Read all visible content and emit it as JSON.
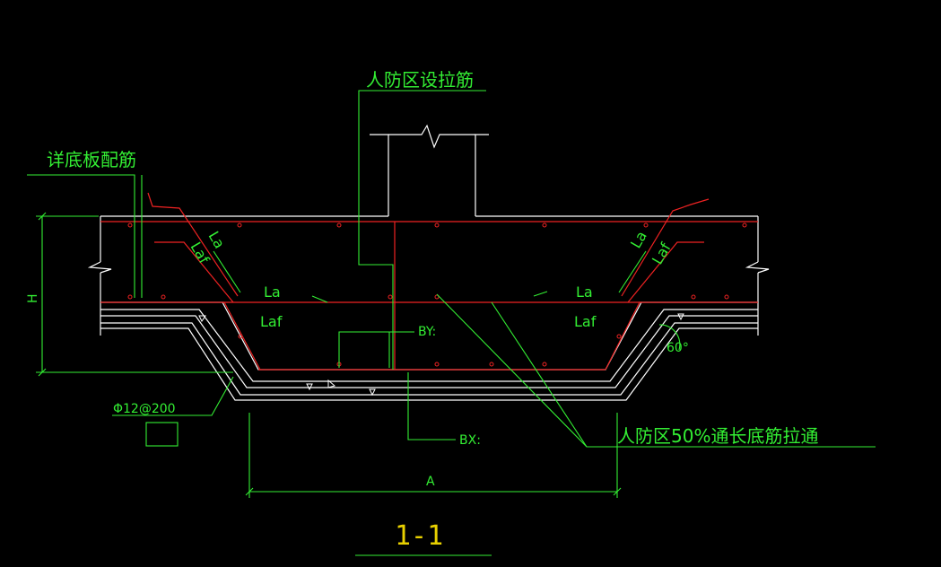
{
  "section": {
    "title": "1-1"
  },
  "labels": {
    "civil_defense_tie_bars": "人防区设拉筋",
    "see_slab_reinforcement": "详底板配筋",
    "height": "H",
    "width": "A",
    "angle": "60°",
    "rebar_spec": "Φ12@200",
    "by": "BY:",
    "bx": "BX:",
    "bottom_bar_note": "人防区50%通长底筋拉通",
    "la_left_diag": "La",
    "laf_left_diag": "Laf",
    "la_left": "La",
    "laf_left": "Laf",
    "la_right": "La",
    "laf_right": "Laf",
    "la_right_diag": "La",
    "laf_right_diag": "Laf"
  },
  "colors": {
    "background": "#000000",
    "outline": "#ffffff",
    "annotation": "#33ee33",
    "rebar": "#ee2222",
    "title": "#e8d000"
  }
}
